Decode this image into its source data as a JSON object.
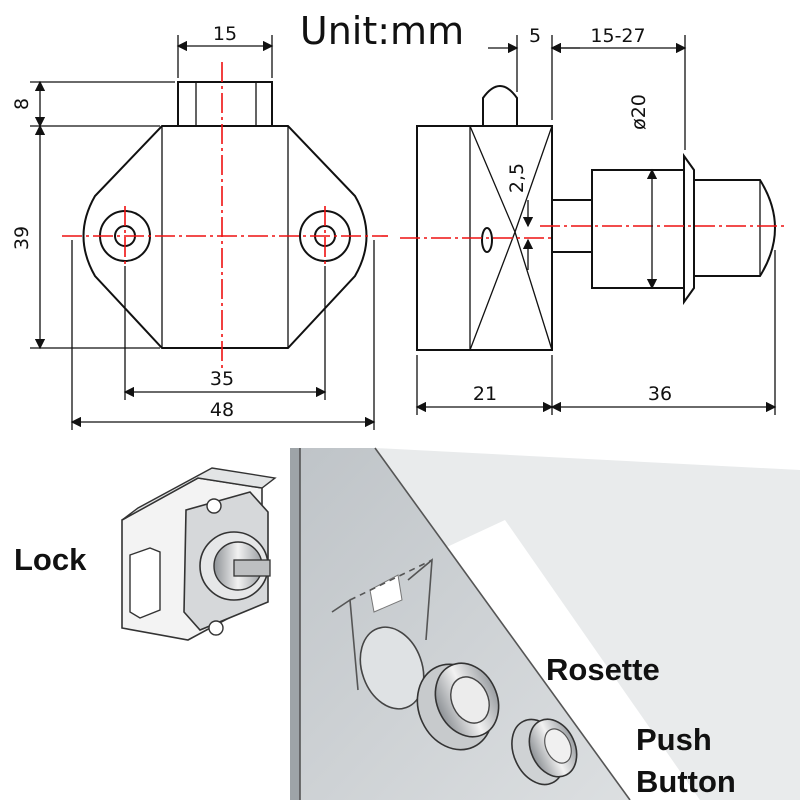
{
  "title": "Unit:mm",
  "front_view": {
    "dim_top_width": "15",
    "dim_left_small": "8",
    "dim_left_height": "39",
    "dim_hole_spacing": "35",
    "dim_overall_width": "48"
  },
  "side_view": {
    "dim_pin": "5",
    "dim_range": "15-27",
    "dim_diameter": "ø20",
    "dim_offset": "2,5",
    "dim_body_depth": "21",
    "dim_button_length": "36"
  },
  "labels": {
    "lock": "Lock",
    "rosette": "Rosette",
    "push_button_line1": "Push",
    "push_button_line2": "Button"
  },
  "colors": {
    "centerline": "#e11111",
    "line": "#111111",
    "panel": "#cfd3d6"
  }
}
